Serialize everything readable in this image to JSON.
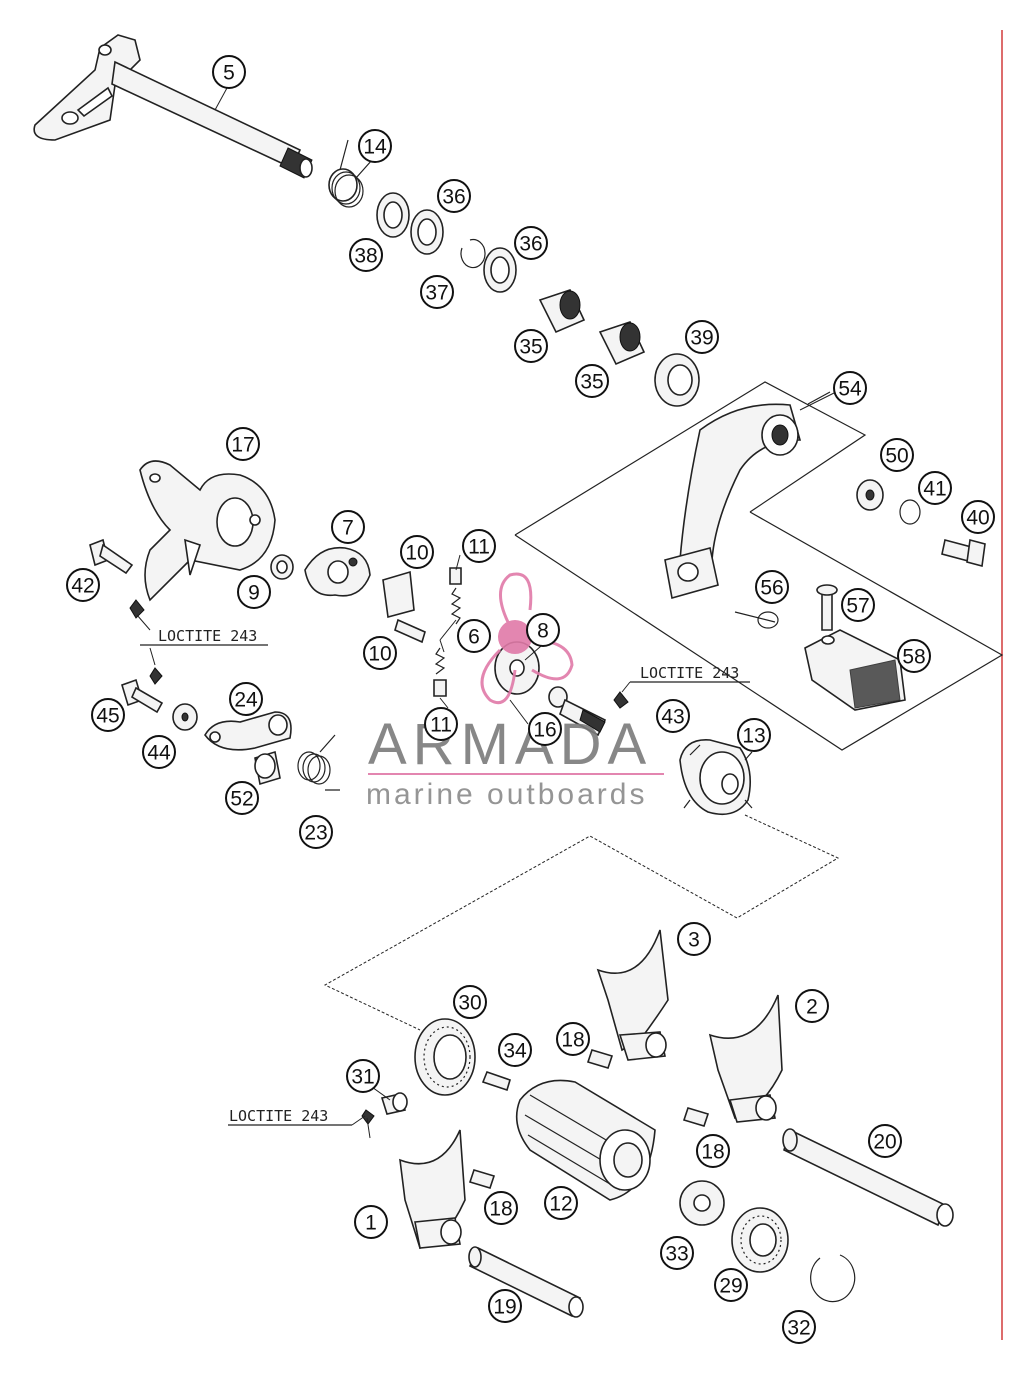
{
  "diagram": {
    "callouts": [
      {
        "id": "5",
        "label": "5"
      },
      {
        "id": "14",
        "label": "14"
      },
      {
        "id": "36a",
        "label": "36"
      },
      {
        "id": "38",
        "label": "38"
      },
      {
        "id": "36b",
        "label": "36"
      },
      {
        "id": "37",
        "label": "37"
      },
      {
        "id": "35a",
        "label": "35"
      },
      {
        "id": "35b",
        "label": "35"
      },
      {
        "id": "39",
        "label": "39"
      },
      {
        "id": "54",
        "label": "54"
      },
      {
        "id": "50",
        "label": "50"
      },
      {
        "id": "41",
        "label": "41"
      },
      {
        "id": "40",
        "label": "40"
      },
      {
        "id": "56",
        "label": "56"
      },
      {
        "id": "57",
        "label": "57"
      },
      {
        "id": "58",
        "label": "58"
      },
      {
        "id": "17",
        "label": "17"
      },
      {
        "id": "7",
        "label": "7"
      },
      {
        "id": "10a",
        "label": "10"
      },
      {
        "id": "11a",
        "label": "11"
      },
      {
        "id": "42",
        "label": "42"
      },
      {
        "id": "9",
        "label": "9"
      },
      {
        "id": "6",
        "label": "6"
      },
      {
        "id": "8",
        "label": "8"
      },
      {
        "id": "10b",
        "label": "10"
      },
      {
        "id": "11b",
        "label": "11"
      },
      {
        "id": "16",
        "label": "16"
      },
      {
        "id": "43",
        "label": "43"
      },
      {
        "id": "45",
        "label": "45"
      },
      {
        "id": "44",
        "label": "44"
      },
      {
        "id": "24",
        "label": "24"
      },
      {
        "id": "52",
        "label": "52"
      },
      {
        "id": "23",
        "label": "23"
      },
      {
        "id": "13",
        "label": "13"
      },
      {
        "id": "3",
        "label": "3"
      },
      {
        "id": "30",
        "label": "30"
      },
      {
        "id": "2",
        "label": "2"
      },
      {
        "id": "34",
        "label": "34"
      },
      {
        "id": "18a",
        "label": "18"
      },
      {
        "id": "31",
        "label": "31"
      },
      {
        "id": "18b",
        "label": "18"
      },
      {
        "id": "20",
        "label": "20"
      },
      {
        "id": "1",
        "label": "1"
      },
      {
        "id": "18c",
        "label": "18"
      },
      {
        "id": "12",
        "label": "12"
      },
      {
        "id": "33",
        "label": "33"
      },
      {
        "id": "29",
        "label": "29"
      },
      {
        "id": "19",
        "label": "19"
      },
      {
        "id": "32",
        "label": "32"
      }
    ],
    "loctite_labels": [
      "LOCTITE 243",
      "LOCTITE 243",
      "LOCTITE 243"
    ]
  },
  "watermark": {
    "title": "ARMADA",
    "subtitle": "marine outboards"
  },
  "colors": {
    "watermark_pink": "#e07aa8",
    "watermark_gray": "#7b7b7b",
    "line": "#222222",
    "frame_red": "#d23b3b"
  }
}
